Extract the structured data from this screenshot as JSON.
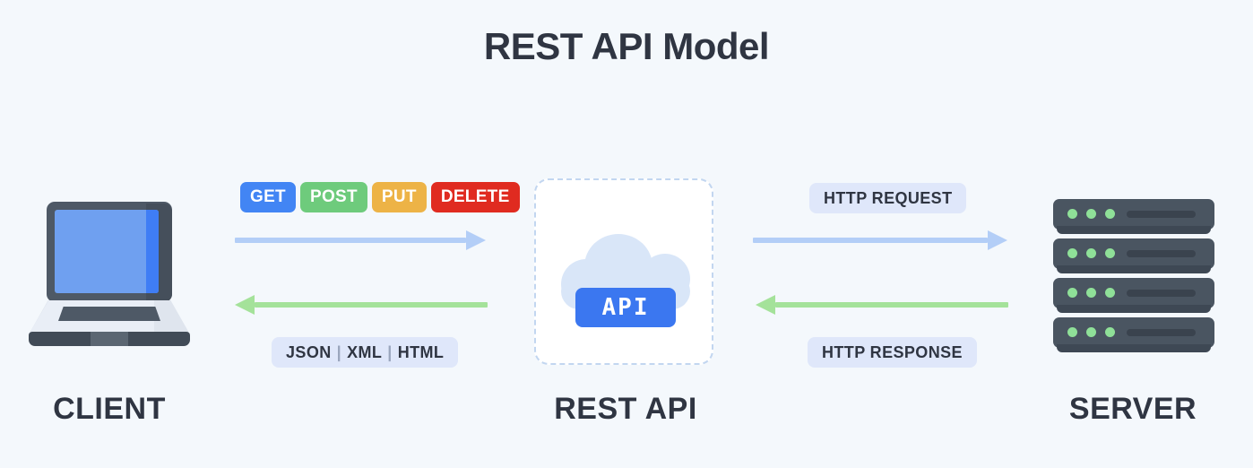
{
  "diagram": {
    "title": "REST API Model",
    "background_color": "#f4f8fc",
    "text_color": "#2f3542"
  },
  "nodes": {
    "client": {
      "label": "CLIENT",
      "icon": "laptop-icon"
    },
    "rest_api": {
      "label": "REST API",
      "icon": "cloud-icon",
      "badge": "API",
      "badge_color": "#3b77f0"
    },
    "server": {
      "label": "SERVER",
      "icon": "server-rack-icon",
      "rack_count": 4,
      "leds_per_rack": 3,
      "led_color": "#8fe098"
    }
  },
  "methods": [
    {
      "label": "GET",
      "color": "#4285f4"
    },
    {
      "label": "POST",
      "color": "#6ecb7c"
    },
    {
      "label": "PUT",
      "color": "#edb346"
    },
    {
      "label": "DELETE",
      "color": "#e02b20"
    }
  ],
  "formats": {
    "items": [
      "JSON",
      "XML",
      "HTML"
    ],
    "separator": "|"
  },
  "flows": {
    "client_to_api": {
      "direction": "right",
      "color": "#b3cef7"
    },
    "api_to_client": {
      "direction": "left",
      "color": "#a4e29a"
    },
    "api_to_server": {
      "direction": "right",
      "color": "#b3cef7",
      "label": "HTTP REQUEST"
    },
    "server_to_api": {
      "direction": "left",
      "color": "#a4e29a",
      "label": "HTTP RESPONSE"
    }
  }
}
